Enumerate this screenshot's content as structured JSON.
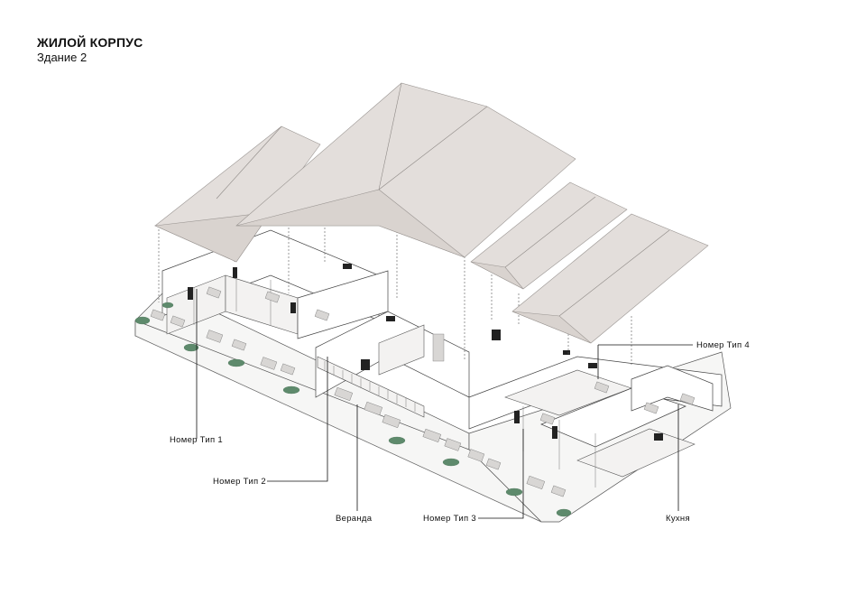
{
  "header": {
    "title": "ЖИЛОЙ КОРПУС",
    "subtitle": "Здание 2"
  },
  "labels": {
    "room_type_1": "Номер Тип 1",
    "room_type_2": "Номер Тип 2",
    "veranda": "Веранда",
    "room_type_3": "Номер Тип 3",
    "kitchen": "Кухня",
    "room_type_4": "Номер Тип 4"
  },
  "colors": {
    "roof": "#e3dedb",
    "planting": "#5e8a6c",
    "lines": "#444444",
    "text": "#111111"
  }
}
